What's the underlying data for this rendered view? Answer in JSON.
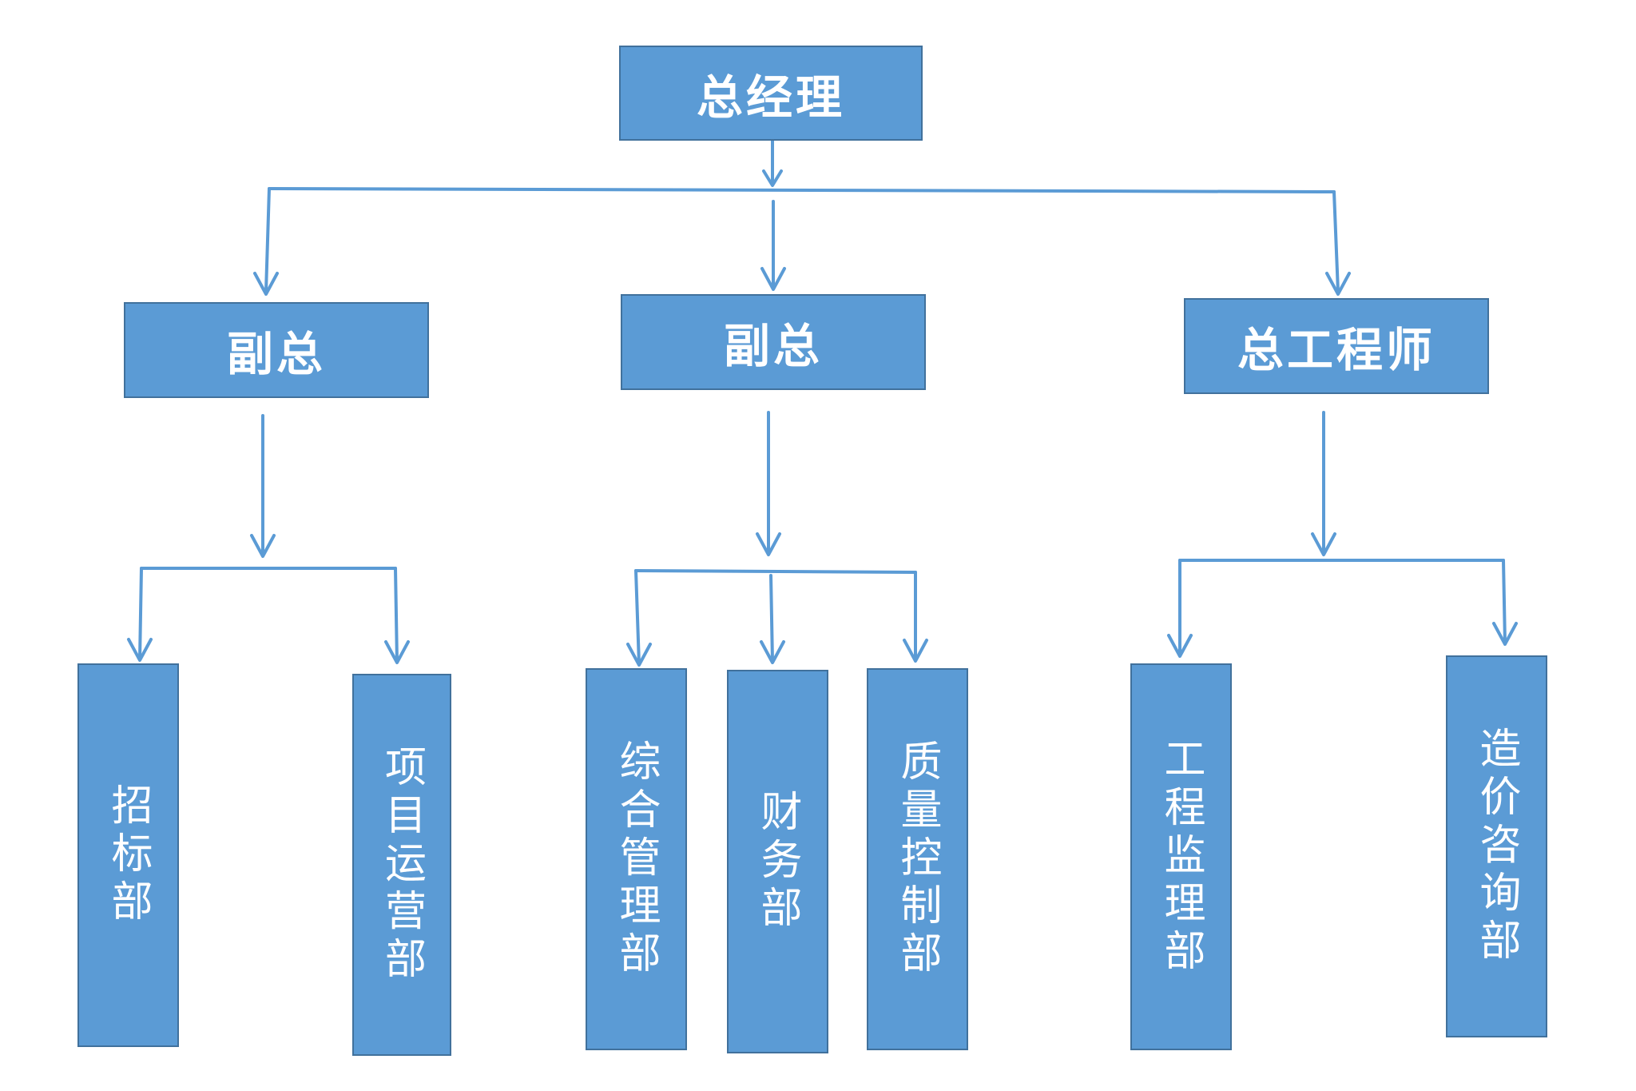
{
  "org_chart": {
    "top": {
      "label": "总经理"
    },
    "level2": [
      {
        "key": "vp_left",
        "label": "副总"
      },
      {
        "key": "vp_mid",
        "label": "副总"
      },
      {
        "key": "chief_engineer",
        "label": "总工程师"
      }
    ],
    "level3": [
      {
        "key": "bidding",
        "label": "招标部",
        "parent": "vp_left"
      },
      {
        "key": "project_ops",
        "label": "项目运营部",
        "parent": "vp_left"
      },
      {
        "key": "general_mgmt",
        "label": "综合管理部",
        "parent": "vp_mid"
      },
      {
        "key": "finance",
        "label": "财务部",
        "parent": "vp_mid"
      },
      {
        "key": "quality",
        "label": "质量控制部",
        "parent": "vp_mid"
      },
      {
        "key": "supervision",
        "label": "工程监理部",
        "parent": "chief_engineer"
      },
      {
        "key": "cost_consulting",
        "label": "造价咨询部",
        "parent": "chief_engineer"
      }
    ]
  },
  "colors": {
    "box_fill": "#5b9bd5",
    "box_border": "#41719c",
    "connector": "#5b9bd5",
    "text": "#ffffff",
    "background": "#ffffff"
  }
}
